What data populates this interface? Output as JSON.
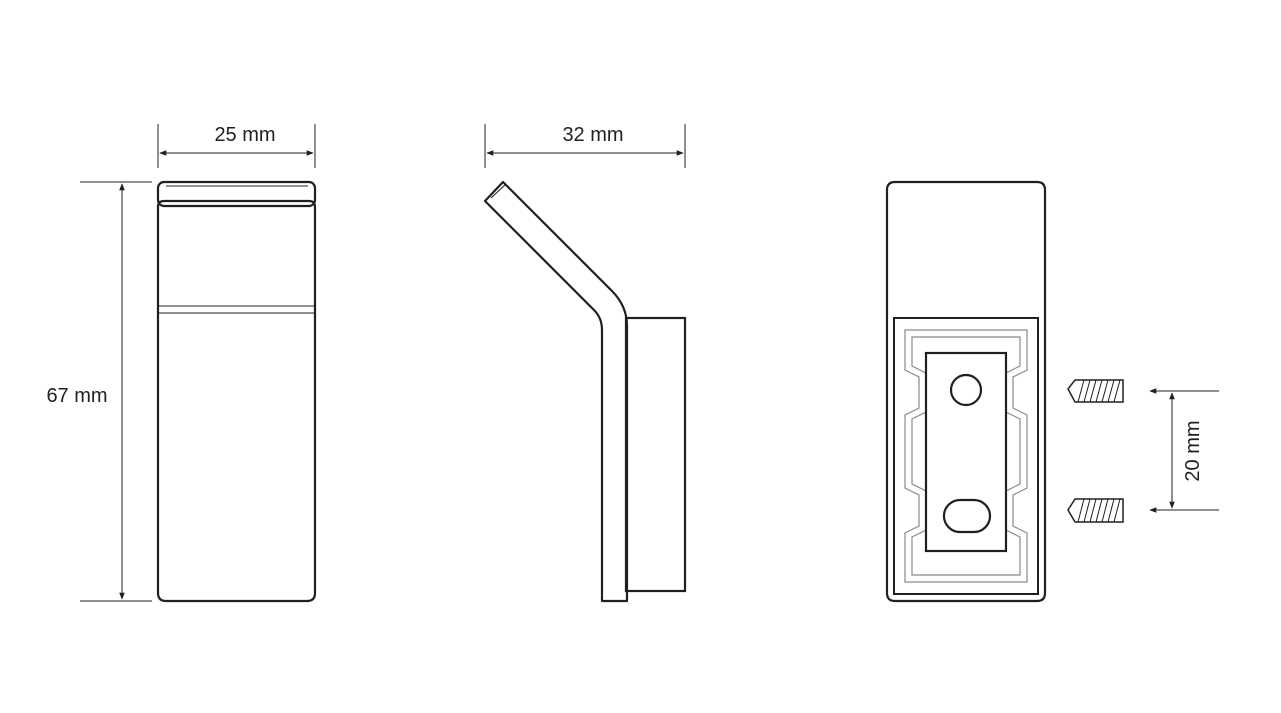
{
  "dimensions": {
    "width_label": "25 mm",
    "depth_label": "32 mm",
    "height_label": "67 mm",
    "hole_spacing_label": "20 mm"
  },
  "colors": {
    "line": "#231f20",
    "inner_outline": "#8a8a8a",
    "background": "#ffffff"
  }
}
